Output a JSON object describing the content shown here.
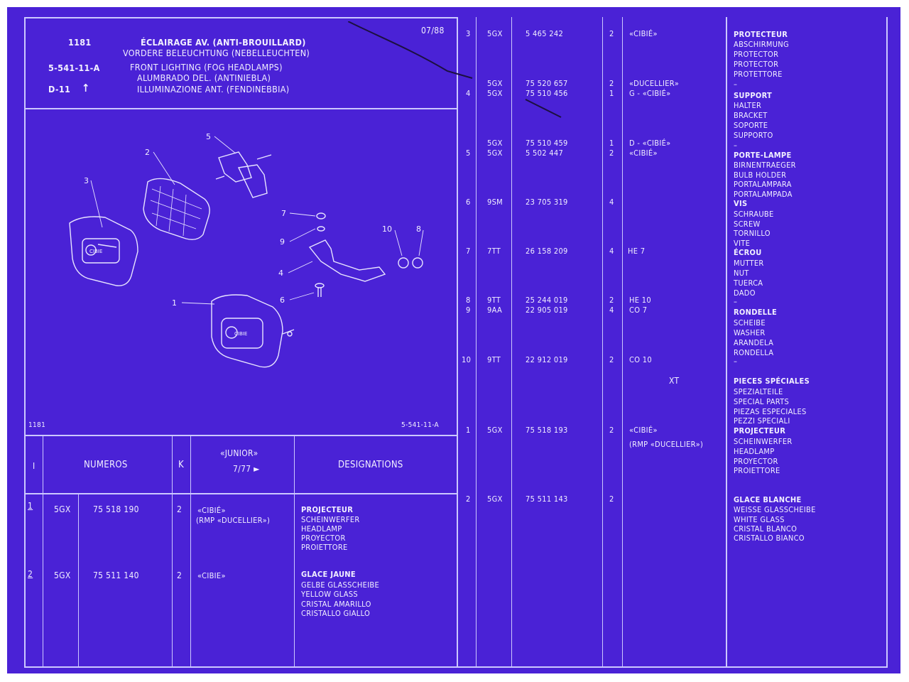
{
  "header": {
    "code": "1181",
    "date": "07/88",
    "ref": "5-541-11-A",
    "page": "D-11",
    "arrow": "↑",
    "titles": [
      "ÉCLAIRAGE AV. (ANTI-BROUILLARD)",
      "VORDERE BELEUCHTUNG (NEBELLEUCHTEN)",
      "FRONT LIGHTING (FOG HEADLAMPS)",
      "ALUMBRADO DEL. (ANTINIEBLA)",
      "ILLUMINAZIONE ANT. (FENDINEBBIA)"
    ]
  },
  "diagram": {
    "callouts": [
      "1",
      "2",
      "3",
      "4",
      "5",
      "6",
      "7",
      "8",
      "9",
      "10"
    ],
    "lamp_brand": "CIBIE",
    "footer_left": "1181",
    "footer_right": "5-541-11-A"
  },
  "table_header": {
    "col_i": "I",
    "numeros": "NUMEROS",
    "k": "K",
    "junior": "«JUNIOR»",
    "junior_date": "7/77 ►",
    "designations": "DESIGNATIONS"
  },
  "left_rows": [
    {
      "idx": "1",
      "group": "5GX",
      "number": "75 518 190",
      "qty": "2",
      "note": [
        "«CIBIÉ»",
        "(RMP «DUCELLIER»)"
      ],
      "desig": [
        "PROJECTEUR",
        "SCHEINWERFER",
        "HEADLAMP",
        "PROYECTOR",
        "PROIETTORE"
      ]
    },
    {
      "idx": "2",
      "group": "5GX",
      "number": "75 511 140",
      "qty": "2",
      "note": [
        "«CIBIE»"
      ],
      "desig": [
        "GLACE JAUNE",
        "GELBE GLASSCHEIBE",
        "YELLOW GLASS",
        "CRISTAL AMARILLO",
        "CRISTALLO GIALLO"
      ]
    }
  ],
  "right_rows": [
    {
      "idx": "3",
      "group": "5GX",
      "number": "5 465 242",
      "qty": "2",
      "note": "«CIBIÉ»"
    },
    {
      "idx": "",
      "group": "5GX",
      "number": "75 520 657",
      "qty": "2",
      "note": "«DUCELLIER»"
    },
    {
      "idx": "4",
      "group": "5GX",
      "number": "75 510 456",
      "qty": "1",
      "note": "G - «CIBIÉ»"
    },
    {
      "idx": "",
      "group": "5GX",
      "number": "75 510 459",
      "qty": "1",
      "note": "D - «CIBIÉ»"
    },
    {
      "idx": "5",
      "group": "5GX",
      "number": "5 502 447",
      "qty": "2",
      "note": "«CIBIÉ»"
    },
    {
      "idx": "6",
      "group": "9SM",
      "number": "23 705 319",
      "qty": "4",
      "note": ""
    },
    {
      "idx": "7",
      "group": "7TT",
      "number": "26 158 209",
      "qty": "4",
      "note": "HE 7"
    },
    {
      "idx": "8",
      "group": "9TT",
      "number": "25 244 019",
      "qty": "2",
      "note": "HE 10"
    },
    {
      "idx": "9",
      "group": "9AA",
      "number": "22 905 019",
      "qty": "4",
      "note": "CO 7"
    },
    {
      "idx": "10",
      "group": "9TT",
      "number": "22 912 019",
      "qty": "2",
      "note": "CO 10"
    },
    {
      "idx": "1",
      "group": "5GX",
      "number": "75 518 193",
      "qty": "2",
      "note": "«CIBIÉ»"
    },
    {
      "idx": "2",
      "group": "5GX",
      "number": "75 511 143",
      "qty": "2",
      "note": ""
    }
  ],
  "xt_label": "XT",
  "rmp_note": "(RMP «DUCELLIER»)",
  "designations_right": [
    [
      "PROTECTEUR",
      "ABSCHIRMUNG",
      "PROTECTOR",
      "PROTECTOR",
      "PROTETTORE",
      "–"
    ],
    [
      "SUPPORT",
      "HALTER",
      "BRACKET",
      "SOPORTE",
      "SUPPORTO",
      "–"
    ],
    [
      "PORTE-LAMPE",
      "BIRNENTRAEGER",
      "BULB HOLDER",
      "PORTALAMPARA",
      "PORTALAMPADA"
    ],
    [
      "VIS",
      "SCHRAUBE",
      "SCREW",
      "TORNILLO",
      "VITE"
    ],
    [
      "ÉCROU",
      "MUTTER",
      "NUT",
      "TUERCA",
      "DADO",
      "–"
    ],
    [
      "RONDELLE",
      "SCHEIBE",
      "WASHER",
      "ARANDELA",
      "RONDELLA",
      "–"
    ],
    [
      "PIECES SPÉCIALES",
      "SPEZIALTEILE",
      "SPECIAL PARTS",
      "PIEZAS ESPECIALES",
      "PEZZI SPECIALI"
    ],
    [
      "PROJECTEUR",
      "SCHEINWERFER",
      "HEADLAMP",
      "PROYECTOR",
      "PROIETTORE"
    ],
    [
      "GLACE BLANCHE",
      "WEISSE GLASSCHEIBE",
      "WHITE GLASS",
      "CRISTAL BLANCO",
      "CRISTALLO BIANCO"
    ]
  ]
}
